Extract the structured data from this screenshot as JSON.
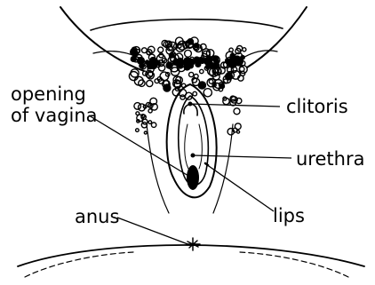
{
  "labels": {
    "opening_line1": "opening",
    "opening_line2": "of vagina",
    "clitoris": "clitoris",
    "urethra": "urethra",
    "lips": "lips",
    "anus": "anus"
  },
  "colors": {
    "ink": "#000000",
    "background": "#ffffff"
  }
}
